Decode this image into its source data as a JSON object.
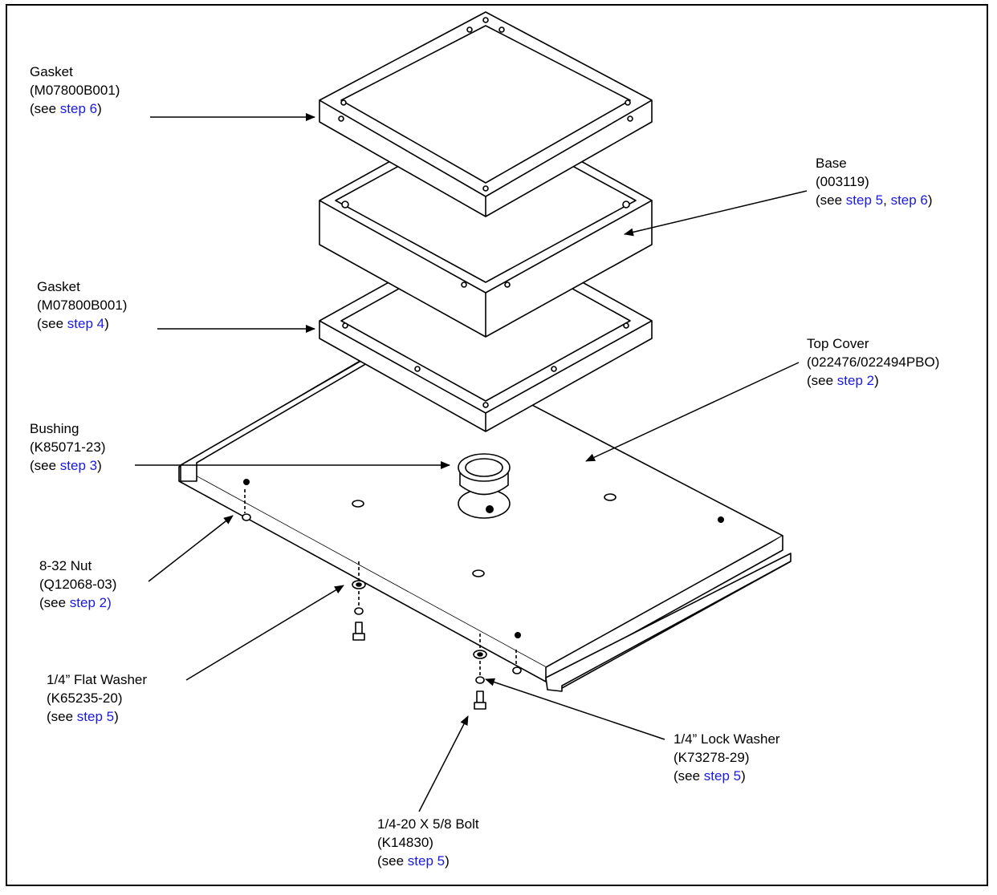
{
  "callouts": {
    "gasket_top": {
      "name": "Gasket",
      "part": "(M07800B001)",
      "see": "(see ",
      "links": [
        "step 6"
      ],
      "close": ")"
    },
    "base": {
      "name": "Base",
      "part": "(003119)",
      "see": "(see ",
      "links": [
        "step 5",
        "step 6"
      ],
      "sep": ", ",
      "close": ")"
    },
    "gasket_mid": {
      "name": "Gasket",
      "part": "(M07800B001)",
      "see": "(see ",
      "links": [
        "step 4"
      ],
      "close": ")"
    },
    "top_cover": {
      "name": "Top Cover",
      "part": "(022476/022494PBO)",
      "see": "(see ",
      "links": [
        "step 2"
      ],
      "close": ")"
    },
    "bushing": {
      "name": "Bushing",
      "part": "(K85071-23)",
      "see": "(see ",
      "links": [
        "step 3"
      ],
      "close": ")"
    },
    "nut": {
      "name": "8-32 Nut",
      "part": "(Q12068-03)",
      "see": "(see ",
      "links": [
        "step 2)"
      ],
      "close": ""
    },
    "flat_washer": {
      "name": "1/4” Flat Washer",
      "part": "(K65235-20)",
      "see": "(see ",
      "links": [
        "step 5"
      ],
      "close": ")"
    },
    "lock_washer": {
      "name": "1/4” Lock Washer",
      "part": "(K73278-29)",
      "see": "(see ",
      "links": [
        "step 5"
      ],
      "close": ")"
    },
    "bolt": {
      "name": "1/4-20 X 5/8 Bolt",
      "part": "(K14830)",
      "see": "(see ",
      "links": [
        "step 5"
      ],
      "close": ")"
    }
  },
  "colors": {
    "link": "#1a1adc",
    "line": "#000000"
  }
}
